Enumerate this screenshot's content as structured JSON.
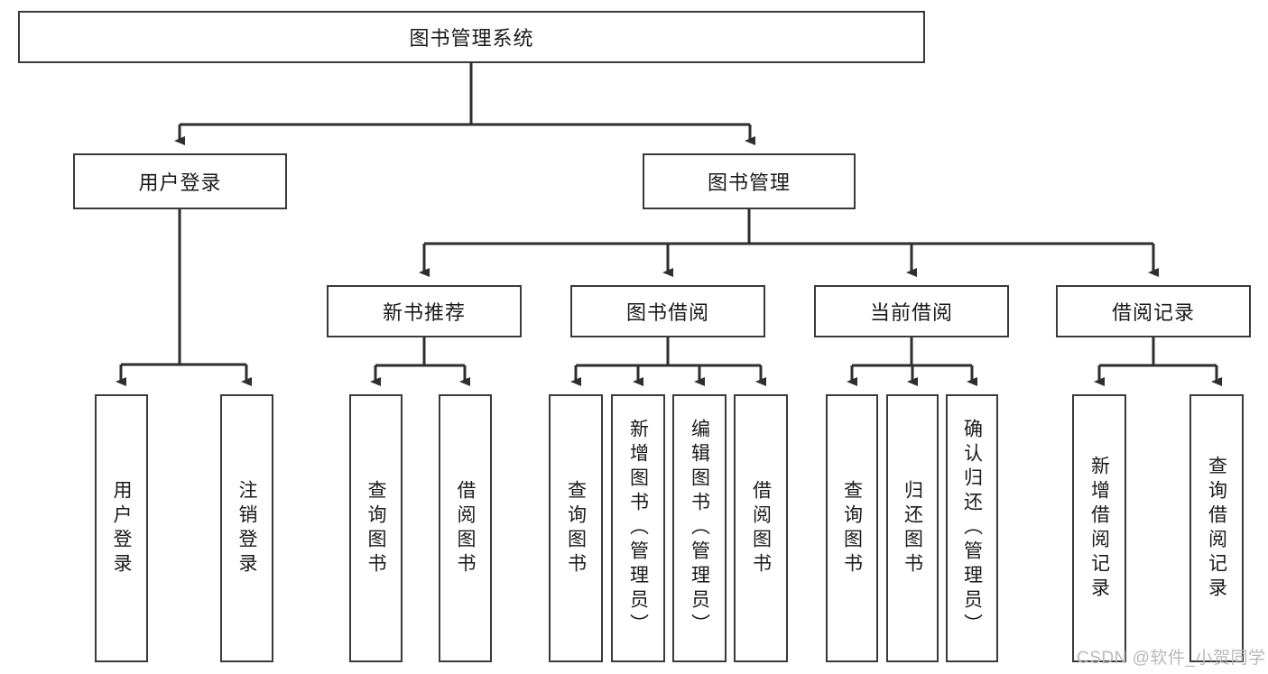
{
  "diagram": {
    "type": "tree-hierarchy-flowchart",
    "title": "图书管理系统",
    "levels": [
      {
        "level": 1,
        "nodes": [
          {
            "id": "root",
            "label": "图书管理系统",
            "orientation": "horizontal"
          }
        ]
      },
      {
        "level": 2,
        "nodes": [
          {
            "id": "user-login",
            "label": "用户登录",
            "orientation": "horizontal",
            "parent": "root"
          },
          {
            "id": "book-manage",
            "label": "图书管理",
            "orientation": "horizontal",
            "parent": "root"
          }
        ]
      },
      {
        "level": 3,
        "nodes": [
          {
            "id": "new-book-rec",
            "label": "新书推荐",
            "orientation": "horizontal",
            "parent": "book-manage"
          },
          {
            "id": "book-borrow",
            "label": "图书借阅",
            "orientation": "horizontal",
            "parent": "book-manage"
          },
          {
            "id": "current-borrow",
            "label": "当前借阅",
            "orientation": "horizontal",
            "parent": "book-manage"
          },
          {
            "id": "borrow-record",
            "label": "借阅记录",
            "orientation": "horizontal",
            "parent": "book-manage"
          }
        ]
      },
      {
        "level": 4,
        "nodes": [
          {
            "id": "leaf-user-login",
            "label": "用户登录",
            "orientation": "vertical",
            "parent": "user-login"
          },
          {
            "id": "leaf-logout",
            "label": "注销登录",
            "orientation": "vertical",
            "parent": "user-login"
          },
          {
            "id": "leaf-rec-query",
            "label": "查询图书",
            "orientation": "vertical",
            "parent": "new-book-rec"
          },
          {
            "id": "leaf-rec-borrow",
            "label": "借阅图书",
            "orientation": "vertical",
            "parent": "new-book-rec"
          },
          {
            "id": "leaf-borrow-query",
            "label": "查询图书",
            "orientation": "vertical",
            "parent": "book-borrow"
          },
          {
            "id": "leaf-add-book",
            "label": "新增图书（管理员）",
            "orientation": "vertical",
            "parent": "book-borrow"
          },
          {
            "id": "leaf-edit-book",
            "label": "编辑图书（管理员）",
            "orientation": "vertical",
            "parent": "book-borrow"
          },
          {
            "id": "leaf-borrow-book",
            "label": "借阅图书",
            "orientation": "vertical",
            "parent": "book-borrow"
          },
          {
            "id": "leaf-cur-query",
            "label": "查询图书",
            "orientation": "vertical",
            "parent": "current-borrow"
          },
          {
            "id": "leaf-return-book",
            "label": "归还图书",
            "orientation": "vertical",
            "parent": "current-borrow"
          },
          {
            "id": "leaf-confirm-return",
            "label": "确认归还（管理员）",
            "orientation": "vertical",
            "parent": "current-borrow"
          },
          {
            "id": "leaf-add-record",
            "label": "新增借阅记录",
            "orientation": "vertical",
            "parent": "borrow-record"
          },
          {
            "id": "leaf-query-record",
            "label": "查询借阅记录",
            "orientation": "vertical",
            "parent": "borrow-record"
          }
        ]
      }
    ]
  },
  "watermark": {
    "text": "CSDN @软件_小贺同学"
  },
  "colors": {
    "stroke": "#3a3a3a",
    "fill": "#ffffff",
    "text": "#1a1a1a",
    "watermark": "#b9b9b9"
  }
}
